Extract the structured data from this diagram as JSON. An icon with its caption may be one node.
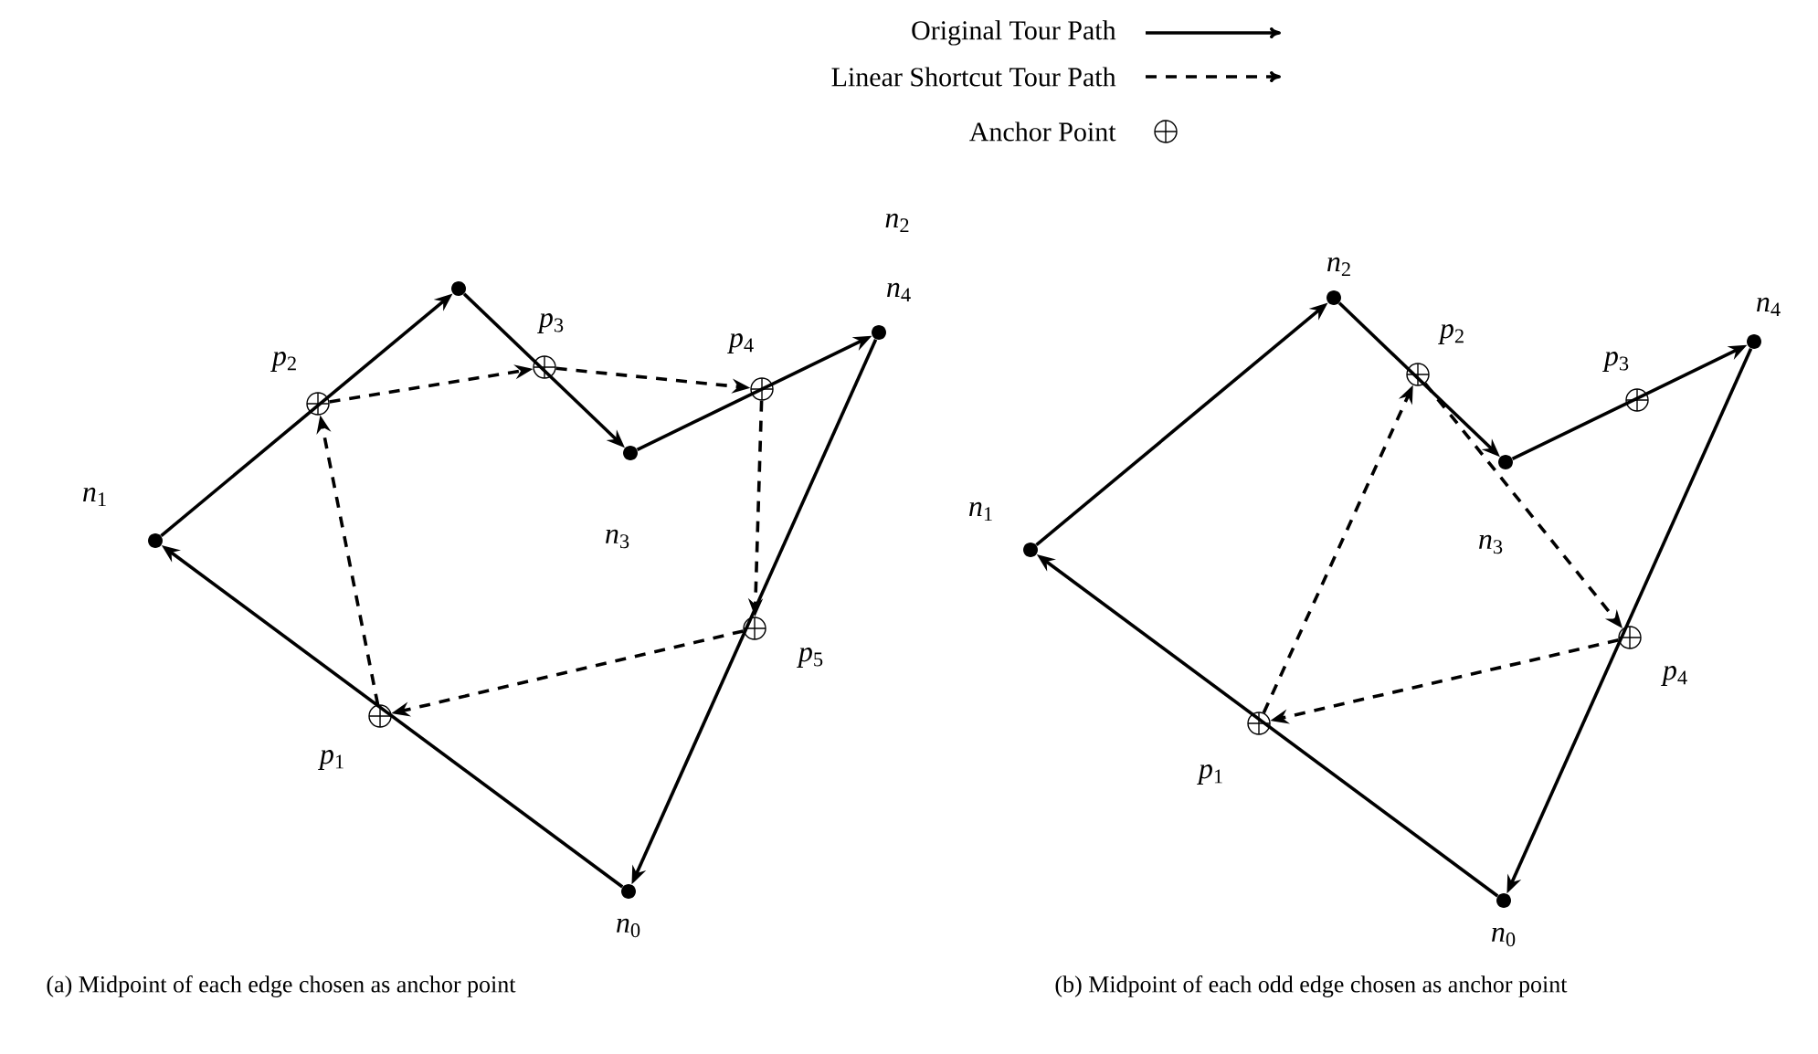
{
  "diagram": {
    "nodes": [
      {
        "text": [],
        "shape": "dot",
        "beside": [
          "*n*$_{0}$"
        ]
      },
      {
        "text": [],
        "shape": "dot",
        "beside": [
          "*n*$_{1}$"
        ]
      },
      {
        "text": [],
        "shape": "dot"
      },
      {
        "text": [],
        "shape": "dot",
        "beside": [
          "*n*$_{3}$"
        ]
      },
      {
        "text": [],
        "shape": "dot",
        "beside": [
          "*n*$_{4}$"
        ]
      },
      {
        "text": [],
        "shape": "circle",
        "beside": [
          "*p*$_{1}$"
        ]
      },
      {
        "text": [],
        "shape": "circle",
        "beside": [
          "*p*$_{2}$"
        ]
      },
      {
        "text": [],
        "shape": "circle",
        "beside": [
          "*p*$_{3}$"
        ]
      },
      {
        "text": [],
        "shape": "circle",
        "beside": [
          "*p*$_{4}$"
        ]
      },
      {
        "text": [],
        "shape": "circle",
        "beside": [
          "*p*$_{5}$"
        ]
      },
      {
        "text": [],
        "shape": "dot",
        "beside": [
          "*n*$_{0}$"
        ]
      },
      {
        "text": [],
        "shape": "dot",
        "beside": [
          "*n*$_{1}$"
        ]
      },
      {
        "text": [],
        "shape": "dot",
        "beside": [
          "*n*$_{2}$"
        ]
      },
      {
        "text": [],
        "shape": "dot",
        "beside": [
          "*n*$_{3}$"
        ]
      },
      {
        "text": [],
        "shape": "dot",
        "beside": [
          "*n*$_{4}$"
        ]
      },
      {
        "text": [],
        "shape": "circle",
        "beside": [
          "*p*$_{1}$"
        ]
      },
      {
        "text": [],
        "shape": "circle",
        "beside": [
          "*p*$_{2}$"
        ]
      },
      {
        "text": [],
        "shape": "circle",
        "beside": [
          "*p*$_{3}$"
        ]
      },
      {
        "text": [],
        "shape": "circle",
        "beside": [
          "*p*$_{4}$"
        ]
      }
    ],
    "edges": [
      {
        "from": 0,
        "to": 1,
        "arrow": "to"
      },
      {
        "from": 1,
        "to": 2,
        "arrow": "to"
      },
      {
        "from": 2,
        "to": 3,
        "arrow": "to"
      },
      {
        "from": 3,
        "to": 4,
        "arrow": "to"
      },
      {
        "from": 4,
        "to": 0,
        "arrow": "to"
      },
      {
        "from": 5,
        "to": 6,
        "arrow": "to",
        "style": "dashed"
      },
      {
        "from": 6,
        "to": 7,
        "arrow": "to",
        "style": "dashed"
      },
      {
        "from": 7,
        "to": 8,
        "arrow": "to",
        "style": "dashed"
      },
      {
        "from": 8,
        "to": 9,
        "arrow": "to",
        "style": "dashed"
      },
      {
        "from": 9,
        "to": 5,
        "arrow": "to",
        "style": "dashed"
      },
      {
        "from": 10,
        "to": 11,
        "arrow": "to"
      },
      {
        "from": 11,
        "to": 12,
        "arrow": "to"
      },
      {
        "from": 12,
        "to": 13,
        "arrow": "to"
      },
      {
        "from": 13,
        "to": 14,
        "arrow": "to"
      },
      {
        "from": 14,
        "to": 10,
        "arrow": "to"
      },
      {
        "from": 15,
        "to": 16,
        "arrow": "to",
        "style": "dashed"
      },
      {
        "from": 16,
        "to": 18,
        "arrow": "to",
        "style": "dashed"
      },
      {
        "from": 18,
        "to": 15,
        "arrow": "to",
        "style": "dashed"
      }
    ],
    "labels": [
      "*n*$_{2}$",
      "(a) Midpoint of each edge chosen as anchor point",
      "(b) Midpoint of each odd edge chosen as anchor point"
    ],
    "legend": [
      {
        "text": "Original Tour Path"
      },
      {
        "text": "Linear Shortcut Tour Path"
      },
      {
        "text": "Anchor Point"
      }
    ]
  }
}
